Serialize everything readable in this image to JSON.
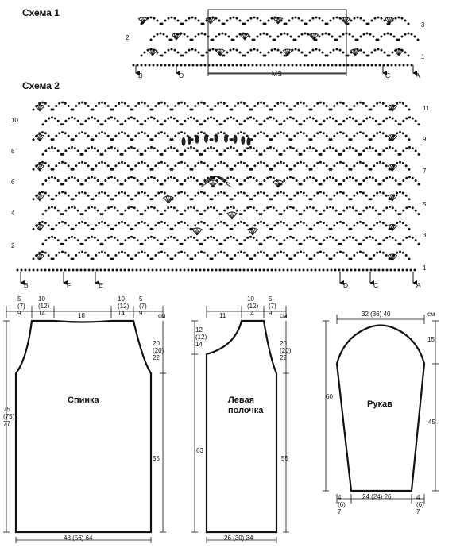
{
  "scheme1": {
    "title": "Схема 1",
    "left_rows": [
      "2"
    ],
    "right_rows": [
      "3",
      "1"
    ],
    "ms_label": "MS",
    "markers": [
      "B",
      "D",
      "C",
      "A"
    ]
  },
  "scheme2": {
    "title": "Схема 2",
    "left_rows": [
      "10",
      "8",
      "6",
      "4",
      "2"
    ],
    "right_rows": [
      "11",
      "9",
      "7",
      "5",
      "3",
      "1"
    ],
    "markers": [
      "B",
      "F",
      "E",
      "D",
      "C",
      "A"
    ]
  },
  "back": {
    "name": "Спинка",
    "top_left_dim": "5\n(7)\n9",
    "top_neck_left": "10\n(12)\n14",
    "top_center": "18",
    "top_neck_right": "10\n(12)\n14",
    "top_right_dim": "5\n(7)\n9",
    "unit": "см",
    "armhole": "20\n(20)\n22",
    "total_height": "75\n(75)\n77",
    "side": "55",
    "bottom": "48 (56) 64"
  },
  "front": {
    "name": "Левая\nполочка",
    "top_shoulder": "11",
    "top_neck": "10\n(12)\n14",
    "top_right_dim": "5\n(7)\n9",
    "unit": "см",
    "neck_depth": "12\n(12)\n14",
    "armhole": "20\n(20)\n22",
    "left_side": "63",
    "right_side": "55",
    "bottom": "26 (30) 34"
  },
  "sleeve": {
    "name": "Рукав",
    "top": "32 (36) 40",
    "unit": "см",
    "cap": "15",
    "left": "60",
    "right": "45",
    "bottom": "24 (24) 26",
    "bottom_left": "4\n(6)\n7",
    "bottom_right": "4\n(6)\n7"
  }
}
